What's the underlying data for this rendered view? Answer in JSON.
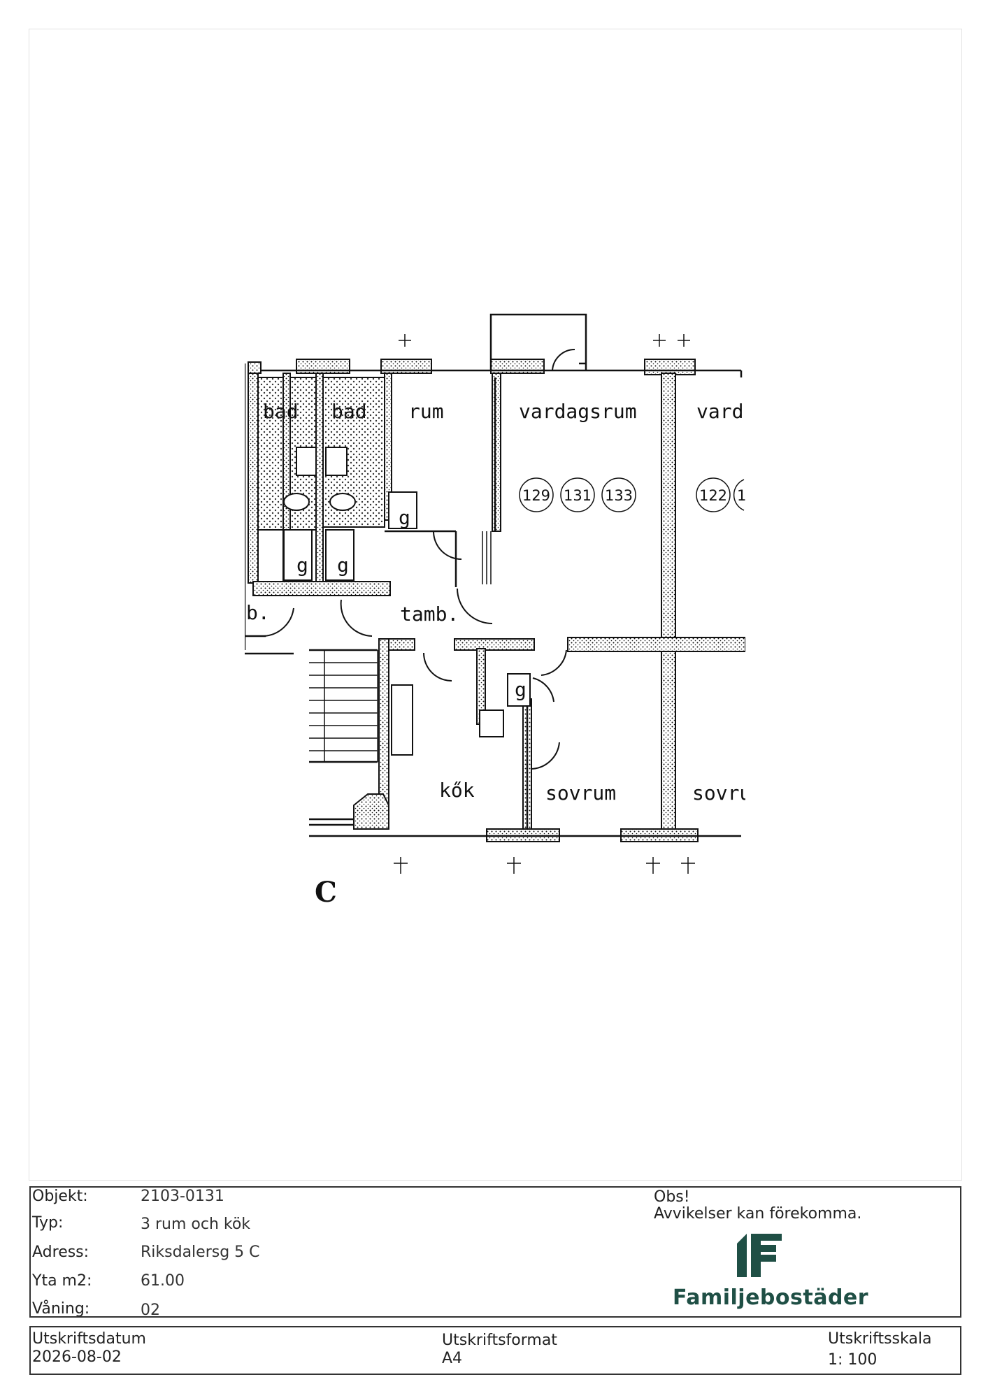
{
  "plan": {
    "rooms": {
      "bad_1": "bad",
      "bad_2": "bad",
      "rum": "rum",
      "vardagsrum": "vardagsrum",
      "vardagsrum_cut": "vard",
      "tamb": "tamb.",
      "kok": "kők",
      "sovrum": "sovrum",
      "sovrum_cut": "sovru",
      "b_cut": "b."
    },
    "g_labels": [
      "g",
      "g",
      "g",
      "g"
    ],
    "apartment_numbers": [
      "129",
      "131",
      "133"
    ],
    "neighbor_numbers": [
      "122",
      "1"
    ],
    "marker_c": "C"
  },
  "info": {
    "objekt_label": "Objekt:",
    "objekt_value": "2103-0131",
    "typ_label": "Typ:",
    "typ_value": "3 rum och kök",
    "adress_label": "Adress:",
    "adress_value": "Riksdalersg 5 C",
    "yta_label": "Yta m2:",
    "yta_value": "61.00",
    "vaning_label": "Våning:",
    "vaning_value": "02",
    "obs_title": "Obs!",
    "obs_text": "Avvikelser kan förekomma.",
    "brand": "Familjebostäder",
    "brand_color": "#1f4f45"
  },
  "footer": {
    "datum_label": "Utskriftsdatum",
    "datum_value": "2026-08-02",
    "format_label": "Utskriftsformat",
    "format_value": "A4",
    "skala_label": "Utskriftsskala",
    "skala_value": "1: 100"
  }
}
